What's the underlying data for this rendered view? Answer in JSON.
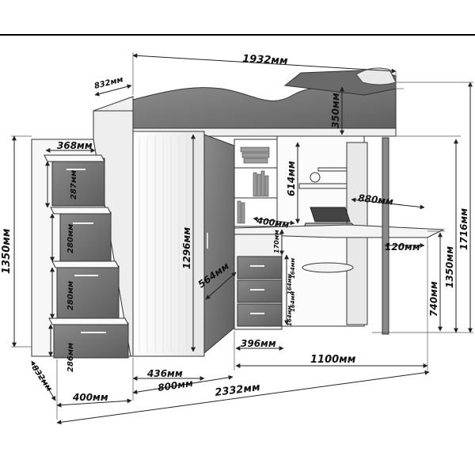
{
  "diagram": {
    "labels": {
      "overall_top_width": "1932мм",
      "left_depth_top": "832мм",
      "canopy_height": "350мм",
      "stair_step_width": "368мм",
      "step_1": "287мм",
      "step_2": "280мм",
      "step_3": "280мм",
      "step_4": "286мм",
      "stair_height": "1350мм",
      "wardrobe_height": "1296мм",
      "wardrobe_diag": "564мм",
      "shelf_height": "614мм",
      "desk_depth": "880мм",
      "shelf_width": "400мм",
      "drawer_top": "170мм",
      "drawer_1": "164мм",
      "drawer_2": "164мм",
      "drawer_3": "164мм",
      "drawer_4": "164мм",
      "post_offset": "120мм",
      "desk_height": "740мм",
      "right_height_inner": "1350мм",
      "right_height_total": "1716мм",
      "drawer_width": "396мм",
      "desk_length": "1100мм",
      "wardrobe_width": "436мм",
      "wardrobe_depth": "800мм",
      "stair_depth": "400мм",
      "overall_length": "2332мм",
      "left_depth_bottom": "832мм"
    },
    "colors": {
      "line": "#222222",
      "panel_light": "#f2f2f2",
      "panel_mid": "#d9d9d9",
      "panel_dark": "#7d7d7d",
      "fabric": "#9a9a9a"
    }
  }
}
